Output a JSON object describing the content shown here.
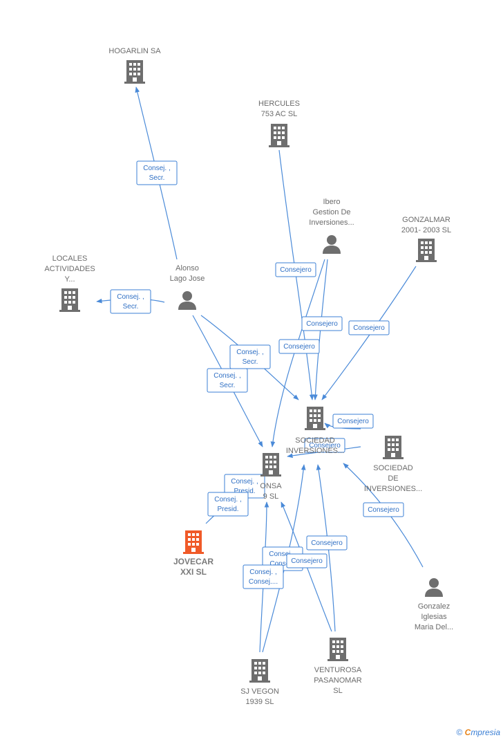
{
  "colors": {
    "edge": "#4a8ad8",
    "company": "#6e6e6e",
    "focus": "#f05a28",
    "person": "#6e6e6e"
  },
  "nodes": [
    {
      "id": "hogarlin",
      "type": "company",
      "icon": "building-icon",
      "lines": [
        "HOGARLIN SA"
      ]
    },
    {
      "id": "hercules",
      "type": "company",
      "icon": "building-icon",
      "lines": [
        "HERCULES",
        "753 AC  SL"
      ]
    },
    {
      "id": "ibero",
      "type": "person",
      "icon": "person-icon",
      "lines": [
        "Ibero",
        "Gestion De",
        "Inversiones..."
      ]
    },
    {
      "id": "gonzalmar",
      "type": "company",
      "icon": "building-icon",
      "lines": [
        "GONZALMAR",
        "2001- 2003  SL"
      ]
    },
    {
      "id": "locales",
      "type": "company",
      "icon": "building-icon",
      "lines": [
        "LOCALES",
        "ACTIVIDADES",
        "Y..."
      ]
    },
    {
      "id": "alonso",
      "type": "person",
      "icon": "person-icon",
      "lines": [
        "Alonso",
        "Lago Jose"
      ]
    },
    {
      "id": "sociedad1",
      "type": "company",
      "icon": "building-icon",
      "lines": [
        "SOCIEDAD",
        "INVERSIONES..."
      ]
    },
    {
      "id": "sociedad2",
      "type": "company",
      "icon": "building-icon",
      "lines": [
        "SOCIEDAD",
        "DE",
        "INVERSIONES..."
      ]
    },
    {
      "id": "onsa",
      "type": "company",
      "icon": "building-icon",
      "lines": [
        "ONSA",
        "9  SL"
      ]
    },
    {
      "id": "jovecar",
      "type": "focus",
      "icon": "building-icon",
      "lines": [
        "JOVECAR",
        "XXI  SL"
      ]
    },
    {
      "id": "gonzalez",
      "type": "person",
      "icon": "person-icon",
      "lines": [
        "Gonzalez",
        "Iglesias",
        "Maria Del..."
      ]
    },
    {
      "id": "sjvegon",
      "type": "company",
      "icon": "building-icon",
      "lines": [
        "SJ VEGON",
        "1939  SL"
      ]
    },
    {
      "id": "venturosa",
      "type": "company",
      "icon": "building-icon",
      "lines": [
        "VENTUROSA",
        "PASANOMAR",
        "SL"
      ]
    }
  ],
  "edge_labels": [
    {
      "id": "l1",
      "lines": [
        "Consej. ,",
        "Secr."
      ]
    },
    {
      "id": "l2",
      "lines": [
        "Consej. ,",
        "Secr."
      ]
    },
    {
      "id": "l3",
      "lines": [
        "Consejero"
      ]
    },
    {
      "id": "l4",
      "lines": [
        "Consejero"
      ]
    },
    {
      "id": "l5",
      "lines": [
        "Consejero"
      ]
    },
    {
      "id": "l6",
      "lines": [
        "Consejero"
      ]
    },
    {
      "id": "l7",
      "lines": [
        "Consej. ,",
        "Secr."
      ]
    },
    {
      "id": "l8",
      "lines": [
        "Consej. ,",
        "Secr."
      ]
    },
    {
      "id": "l9",
      "lines": [
        "Consejero"
      ]
    },
    {
      "id": "l10",
      "lines": [
        "Consejero"
      ]
    },
    {
      "id": "l11",
      "lines": [
        "Consej. ,",
        "Presid."
      ]
    },
    {
      "id": "l12",
      "lines": [
        "Consej. ,",
        "Presid."
      ]
    },
    {
      "id": "l13",
      "lines": [
        "Consejero"
      ]
    },
    {
      "id": "l14",
      "lines": [
        "Consejero"
      ]
    },
    {
      "id": "l15",
      "lines": [
        "Consej. ,",
        "Conse..."
      ]
    },
    {
      "id": "l16",
      "lines": [
        "Consejero"
      ]
    },
    {
      "id": "l17",
      "lines": [
        "Consej. ,",
        "Consej...."
      ]
    }
  ],
  "watermark": {
    "symbol": "©",
    "brand_initial": "C",
    "brand_rest": "mpresia"
  }
}
